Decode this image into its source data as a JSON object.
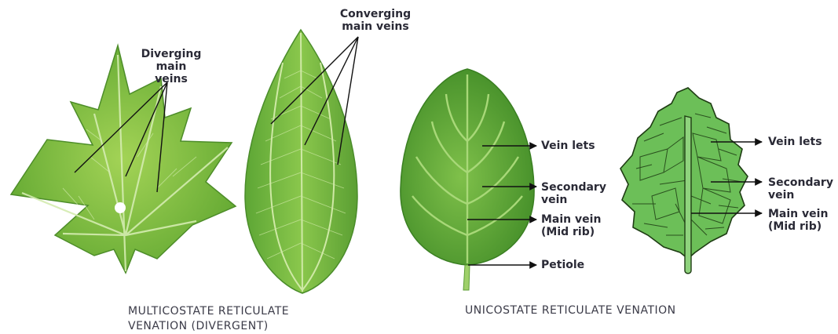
{
  "labels": {
    "diverging": "Diverging\nmain veins",
    "converging": "Converging\nmain veins",
    "vein_lets_1": "Vein lets",
    "secondary_1": "Secondary\nvein",
    "main_vein_1": "Main vein\n(Mid rib)",
    "petiole": "Petiole",
    "vein_lets_2": "Vein lets",
    "secondary_2": "Secondary\nvein",
    "main_vein_2": "Main vein\n(Mid rib)"
  },
  "captions": {
    "multicostate": "MULTICOSTATE RETICULATE\nVENATION (DIVERGENT)",
    "unicostate": "UNICOSTATE RETICULATE VENATION"
  },
  "colors": {
    "leaf_light": "#8cc63f",
    "leaf_mid": "#6db33f",
    "leaf_dark": "#4a8f2a",
    "vein_light": "#c9e79a",
    "outline_dark": "#1f3d14",
    "text": "#2a2a36"
  }
}
